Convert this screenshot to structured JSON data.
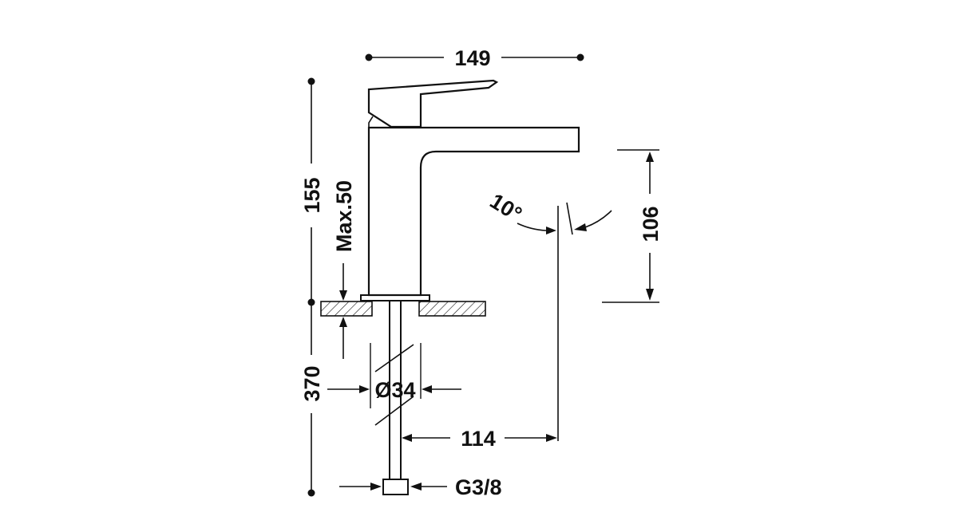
{
  "drawing": {
    "subject": "single-lever basin faucet technical drawing",
    "line_color": "#111111",
    "background_color": "#ffffff",
    "dimensions": {
      "overall_width": "149",
      "overall_height": "155",
      "deck_thickness_max": "Max.50",
      "below_deck_length": "370",
      "spout_outlet_height": "106",
      "spout_angle": "10°",
      "spout_reach": "114",
      "body_diameter": "Ø34",
      "connection_thread": "G3/8"
    }
  }
}
